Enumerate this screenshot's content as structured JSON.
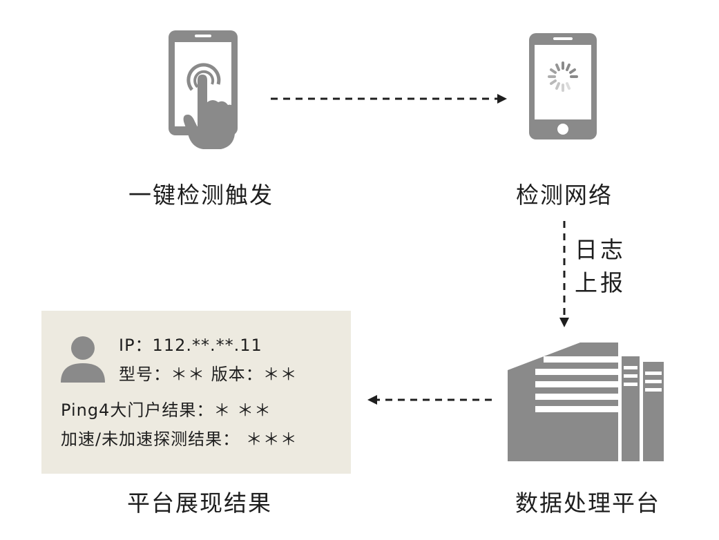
{
  "nodes": {
    "trigger": {
      "label": "一键检测触发"
    },
    "detect": {
      "label": "检测网络"
    },
    "platform": {
      "label": "数据处理平台"
    },
    "display": {
      "label": "平台展现结果"
    }
  },
  "edges": {
    "log_report": {
      "label_line1": "日志",
      "label_line2": "上报"
    }
  },
  "result_card": {
    "ip": "IP：112.**.**.11",
    "model_version": "型号：＊＊  版本：＊＊",
    "ping": "Ping4大门户结果：＊ ＊＊",
    "accel": "加速/未加速探测结果：  ＊＊＊"
  },
  "colors": {
    "icon": "#8a8a8a",
    "card_bg": "#edeae0",
    "arrow": "#1e1e1e"
  }
}
